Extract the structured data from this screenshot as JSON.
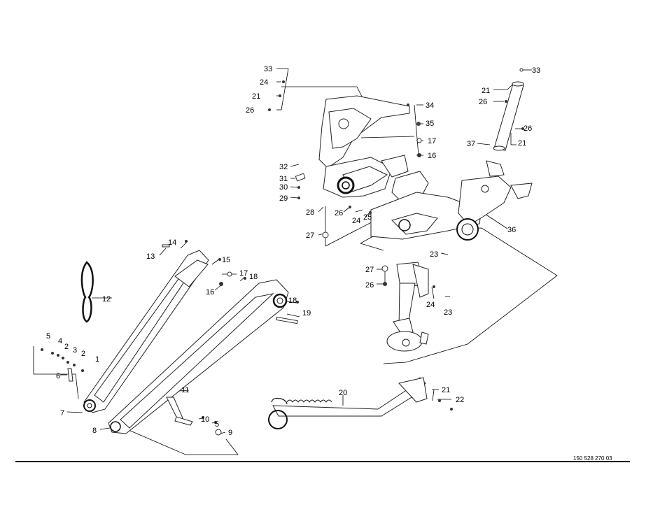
{
  "document_number": "150 528 270 03",
  "callouts": [
    {
      "id": "c33a",
      "text": "33"
    },
    {
      "id": "c24a",
      "text": "24"
    },
    {
      "id": "c21a",
      "text": "21"
    },
    {
      "id": "c26a",
      "text": "26"
    },
    {
      "id": "c33b",
      "text": "33"
    },
    {
      "id": "c21b",
      "text": "21"
    },
    {
      "id": "c26b",
      "text": "26"
    },
    {
      "id": "c34",
      "text": "34"
    },
    {
      "id": "c35",
      "text": "35"
    },
    {
      "id": "c17a",
      "text": "17"
    },
    {
      "id": "c16a",
      "text": "16"
    },
    {
      "id": "c26c",
      "text": "26"
    },
    {
      "id": "c37",
      "text": "37"
    },
    {
      "id": "c21c",
      "text": "21"
    },
    {
      "id": "c32",
      "text": "32"
    },
    {
      "id": "c31",
      "text": "31"
    },
    {
      "id": "c30",
      "text": "30"
    },
    {
      "id": "c29",
      "text": "29"
    },
    {
      "id": "c25",
      "text": "25"
    },
    {
      "id": "c28",
      "text": "28"
    },
    {
      "id": "c26d",
      "text": "26"
    },
    {
      "id": "c24b",
      "text": "24"
    },
    {
      "id": "c27a",
      "text": "27"
    },
    {
      "id": "c36",
      "text": "36"
    },
    {
      "id": "c23a",
      "text": "23"
    },
    {
      "id": "c27b",
      "text": "27"
    },
    {
      "id": "c26e",
      "text": "26"
    },
    {
      "id": "c24c",
      "text": "24"
    },
    {
      "id": "c23b",
      "text": "23"
    },
    {
      "id": "c13",
      "text": "13"
    },
    {
      "id": "c14",
      "text": "14"
    },
    {
      "id": "c15",
      "text": "15"
    },
    {
      "id": "c17b",
      "text": "17"
    },
    {
      "id": "c16b",
      "text": "16"
    },
    {
      "id": "c18a",
      "text": "18"
    },
    {
      "id": "c12",
      "text": "12"
    },
    {
      "id": "c18b",
      "text": "18"
    },
    {
      "id": "c19",
      "text": "19"
    },
    {
      "id": "c5a",
      "text": "5"
    },
    {
      "id": "c4",
      "text": "4"
    },
    {
      "id": "c2a",
      "text": "2"
    },
    {
      "id": "c3",
      "text": "3"
    },
    {
      "id": "c2b",
      "text": "2"
    },
    {
      "id": "c1",
      "text": "1"
    },
    {
      "id": "c6",
      "text": "6"
    },
    {
      "id": "c7",
      "text": "7"
    },
    {
      "id": "c8",
      "text": "8"
    },
    {
      "id": "c11",
      "text": "11"
    },
    {
      "id": "c10",
      "text": "10"
    },
    {
      "id": "c5b",
      "text": "5"
    },
    {
      "id": "c9",
      "text": "9"
    },
    {
      "id": "c20",
      "text": "20"
    },
    {
      "id": "c21d",
      "text": "21"
    },
    {
      "id": "c22",
      "text": "22"
    }
  ]
}
